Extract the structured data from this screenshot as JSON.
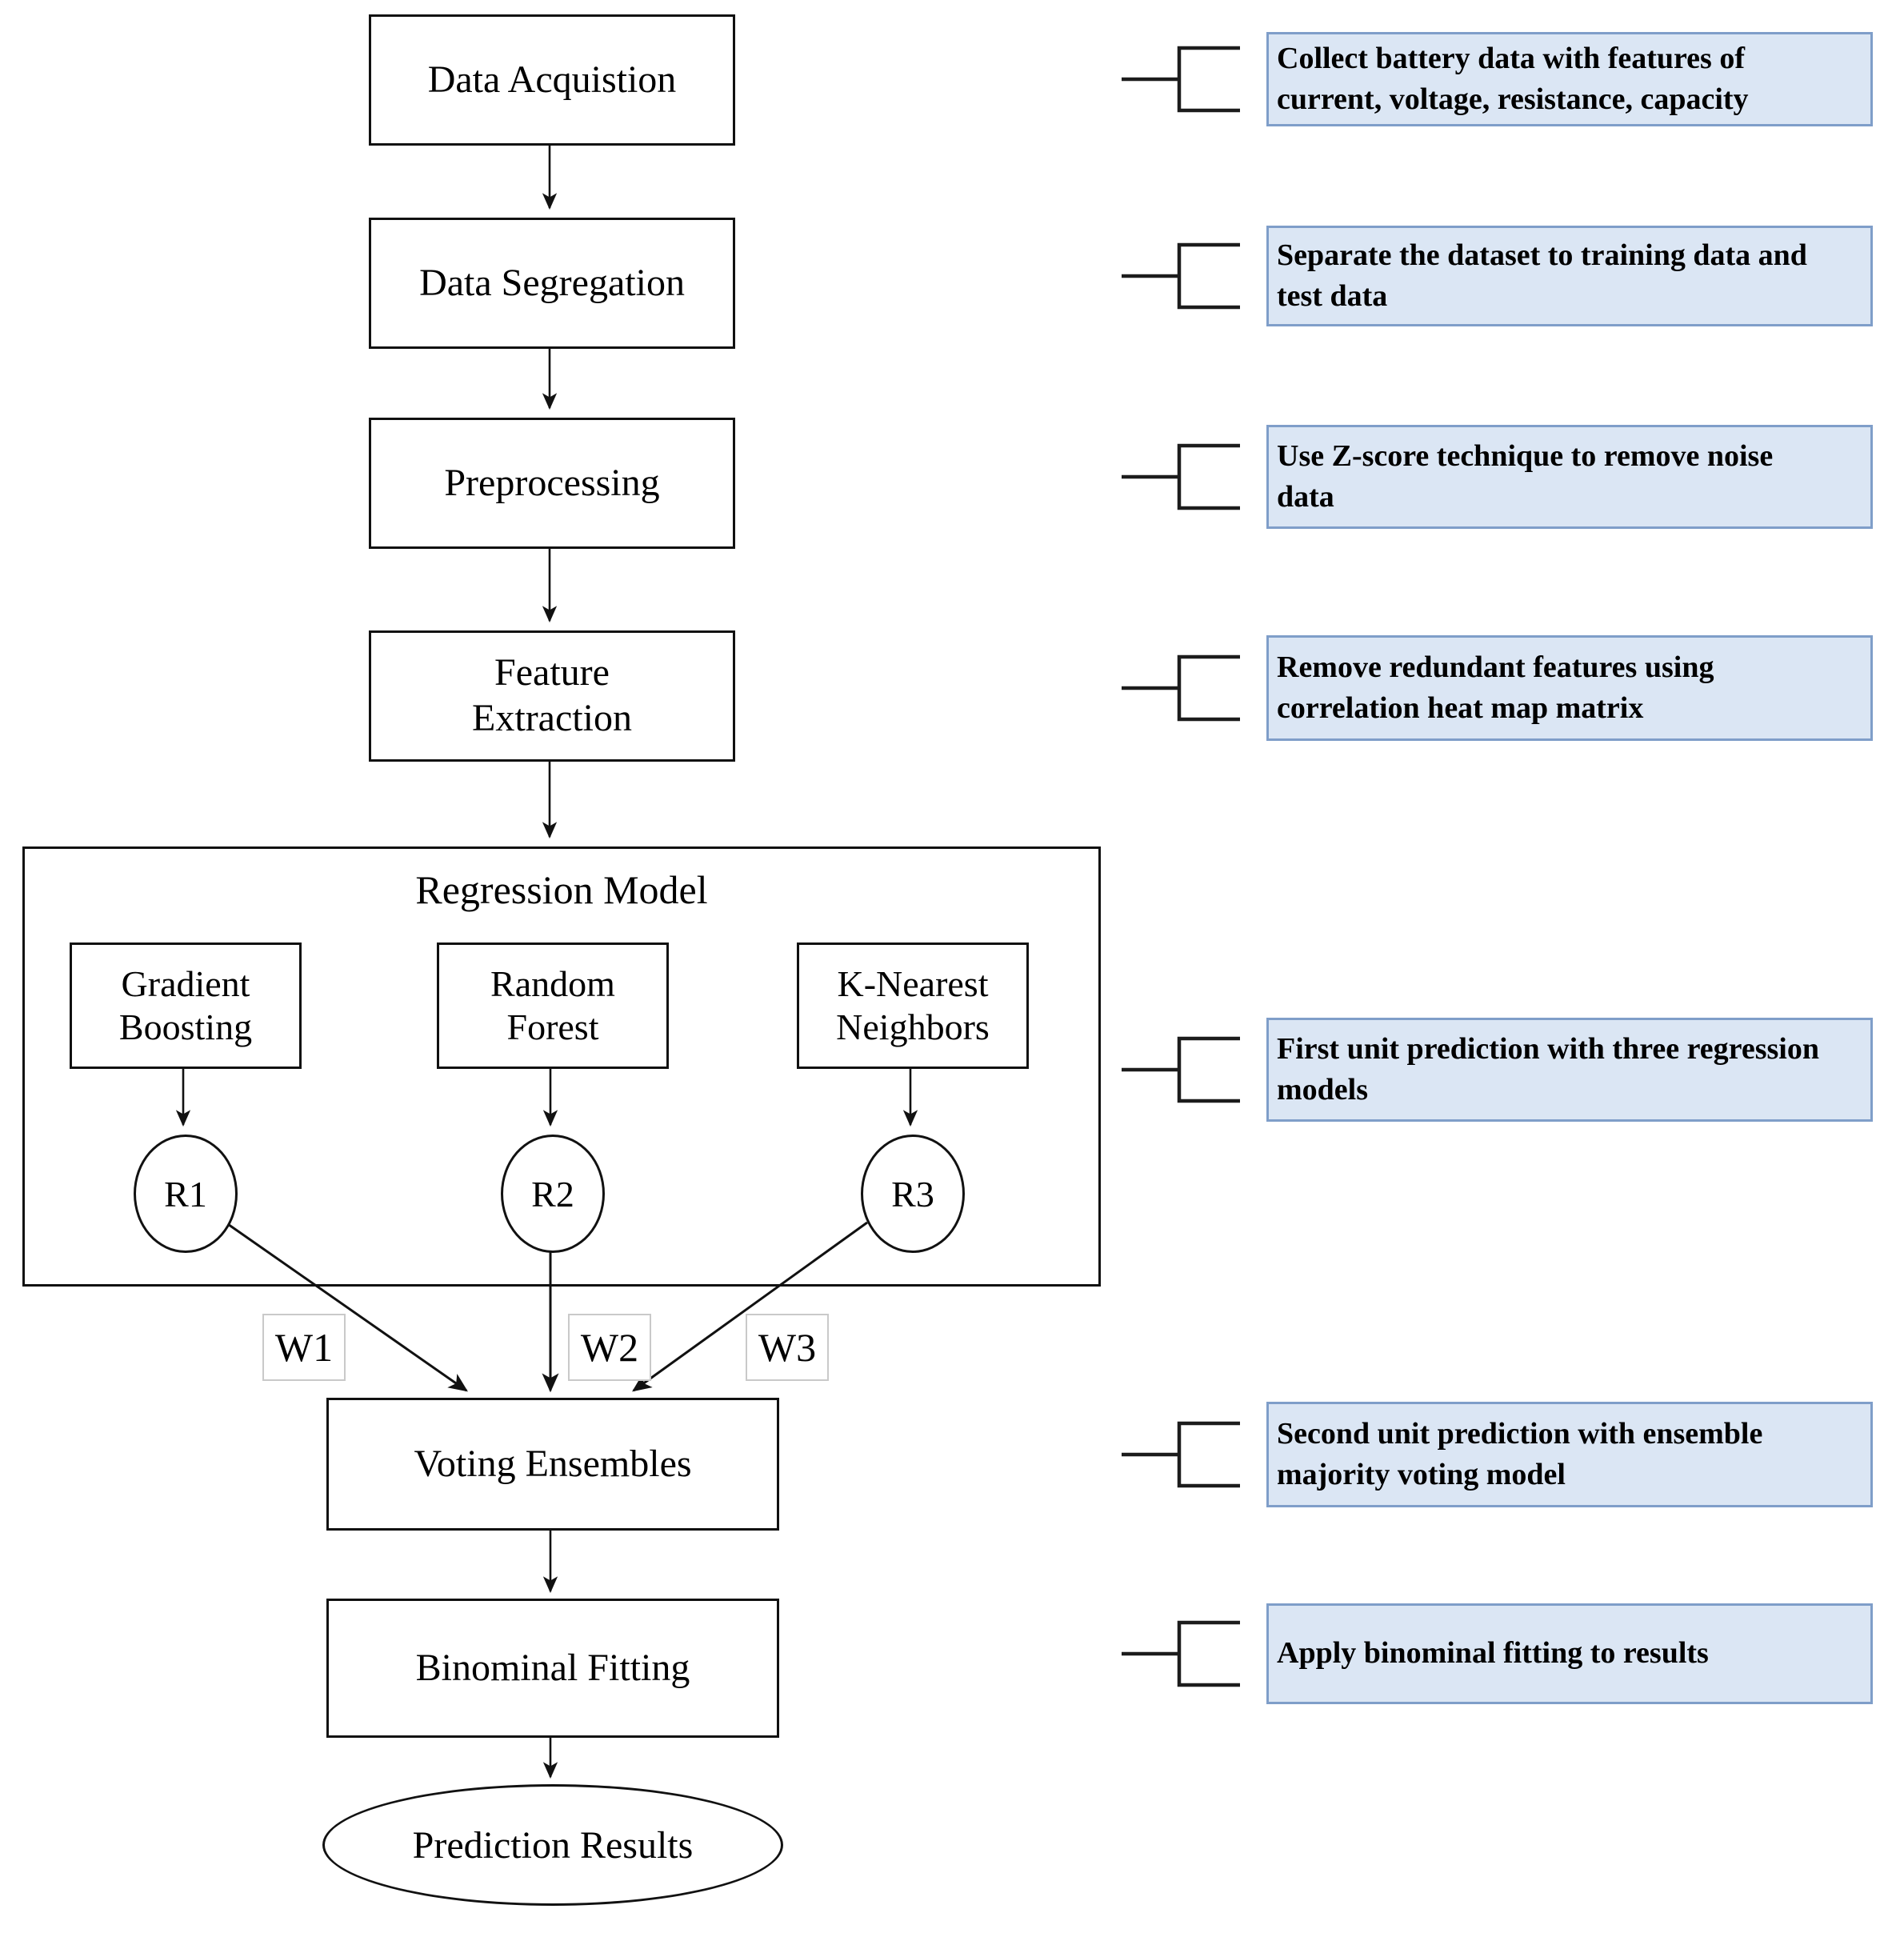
{
  "diagram": {
    "steps": [
      {
        "label": "Data Acquistion"
      },
      {
        "label": "Data Segregation"
      },
      {
        "label": "Preprocessing"
      },
      {
        "label": "Feature\nExtraction"
      }
    ],
    "regression": {
      "title": "Regression Model",
      "models": [
        {
          "label": "Gradient\nBoosting",
          "result": "R1",
          "weight": "W1"
        },
        {
          "label": "Random\nForest",
          "result": "R2",
          "weight": "W2"
        },
        {
          "label": "K-Nearest\nNeighbors",
          "result": "R3",
          "weight": "W3"
        }
      ]
    },
    "voting_label": "Voting Ensembles",
    "fitting_label": "Binominal Fitting",
    "result_label": "Prediction Results"
  },
  "annotations": [
    {
      "text": "Collect battery data with features of\ncurrent, voltage, resistance, capacity"
    },
    {
      "text": "Separate the dataset to training data and\ntest data"
    },
    {
      "text": "Use Z-score technique to remove noise\ndata"
    },
    {
      "text": "Remove redundant features using\ncorrelation heat map matrix"
    },
    {
      "text": "First unit prediction with three regression\nmodels"
    },
    {
      "text": "Second unit prediction with ensemble\nmajority voting model"
    },
    {
      "text": "Apply binominal fitting to results"
    }
  ],
  "colors": {
    "annotation_fill": "#dbe6f4",
    "annotation_border": "#7f9ec9",
    "line_color": "#111111"
  }
}
